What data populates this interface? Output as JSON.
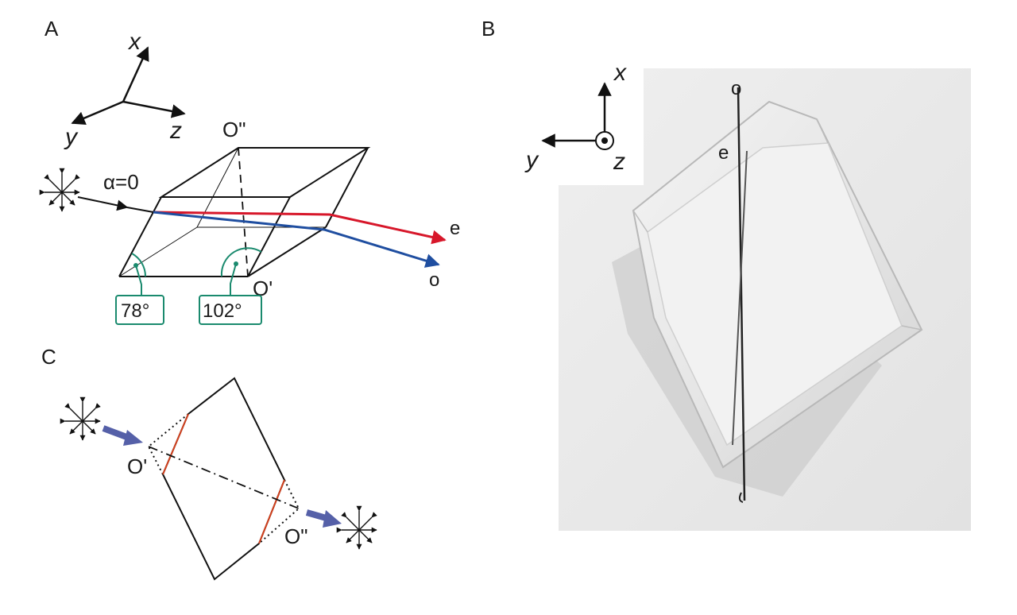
{
  "panels": {
    "a": "A",
    "b": "B",
    "c": "C"
  },
  "panel_a": {
    "axes": {
      "x": "x",
      "y": "y",
      "z": "z"
    },
    "incidence_label": "α=0",
    "points": {
      "o_double": "O\"",
      "o_prime": "O'"
    },
    "rays": {
      "extraordinary": "e",
      "ordinary": "o"
    },
    "angles": {
      "acute": "78°",
      "obtuse": "102°"
    }
  },
  "panel_b": {
    "axes": {
      "x": "x",
      "y": "y",
      "z": "z"
    },
    "rays": {
      "ordinary": "o",
      "extraordinary": "e"
    }
  },
  "panel_c": {
    "points": {
      "o_prime": "O'",
      "o_double": "O\""
    }
  },
  "colors": {
    "e_ray": "#d7172a",
    "o_ray": "#1f4ea0",
    "angle_marker": "#1a8a6e",
    "arrow_fill": "#5560a8",
    "optic_plane": "#d2411e"
  }
}
